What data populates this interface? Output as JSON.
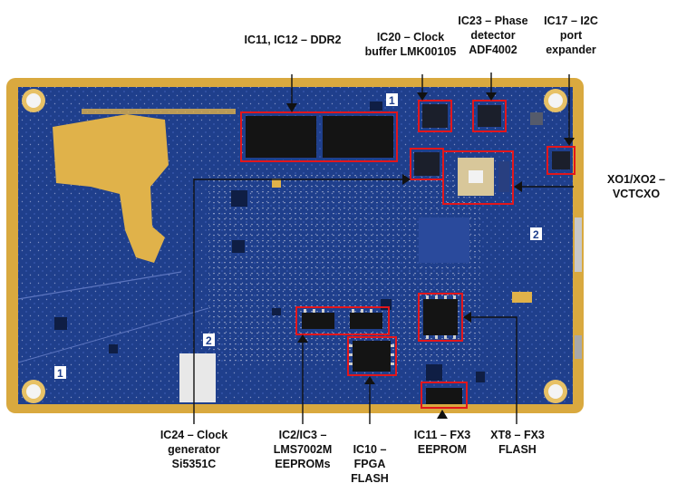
{
  "colors": {
    "pcb_blue": "#1f3f8c",
    "pcb_blue_dark": "#16306e",
    "copper_gold": "#e0b24a",
    "chip_black": "#141414",
    "highlight_red": "#e3161b",
    "text": "#111111"
  },
  "silkscreen": {
    "mark_1_top": "1",
    "mark_2_right": "2",
    "mark_2_left": "2",
    "mark_1_bottom": "1"
  },
  "callouts": {
    "ddr2": {
      "lines": [
        "IC11, IC12 – DDR2"
      ]
    },
    "clock_buffer": {
      "lines": [
        "IC20 – Clock",
        "buffer LMK00105"
      ]
    },
    "phase_detector": {
      "lines": [
        "IC23 – Phase",
        "detector",
        "ADF4002"
      ]
    },
    "port_expander": {
      "lines": [
        "IC17 – I2C",
        "port",
        "expander"
      ]
    },
    "vctcxo": {
      "lines": [
        "XO1/XO2 –",
        "VCTCXO"
      ]
    },
    "clock_generator": {
      "lines": [
        "IC24 – Clock",
        "generator",
        "Si5351C"
      ]
    },
    "eeproms": {
      "lines": [
        "IC2/IC3 –",
        "LMS7002M",
        "EEPROMs"
      ]
    },
    "fpga_flash": {
      "lines": [
        "IC10 –",
        "FPGA",
        "FLASH"
      ]
    },
    "fx3_eeprom": {
      "lines": [
        "IC11 – FX3",
        "EEPROM"
      ]
    },
    "fx3_flash": {
      "lines": [
        "XT8 – FX3",
        "FLASH"
      ]
    }
  }
}
